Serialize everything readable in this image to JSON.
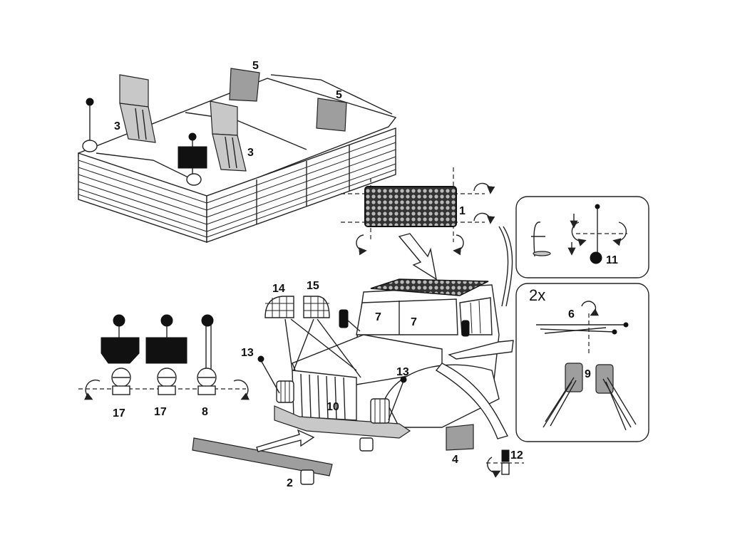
{
  "parts": {
    "p1": "1",
    "p2": "2",
    "p3a": "3",
    "p3b": "3",
    "p4": "4",
    "p5a": "5",
    "p5b": "5",
    "p6": "6",
    "p7a": "7",
    "p7b": "7",
    "p8": "8",
    "p9": "9",
    "p10": "10",
    "p11": "11",
    "p12": "12",
    "p13a": "13",
    "p13b": "13",
    "p14": "14",
    "p15": "15",
    "p17a": "17",
    "p17b": "17"
  },
  "panels": {
    "quantity": "2x"
  },
  "icons": {
    "rotate": "rotate-arrow-icon",
    "pointer": "assembly-arrow-icon"
  }
}
